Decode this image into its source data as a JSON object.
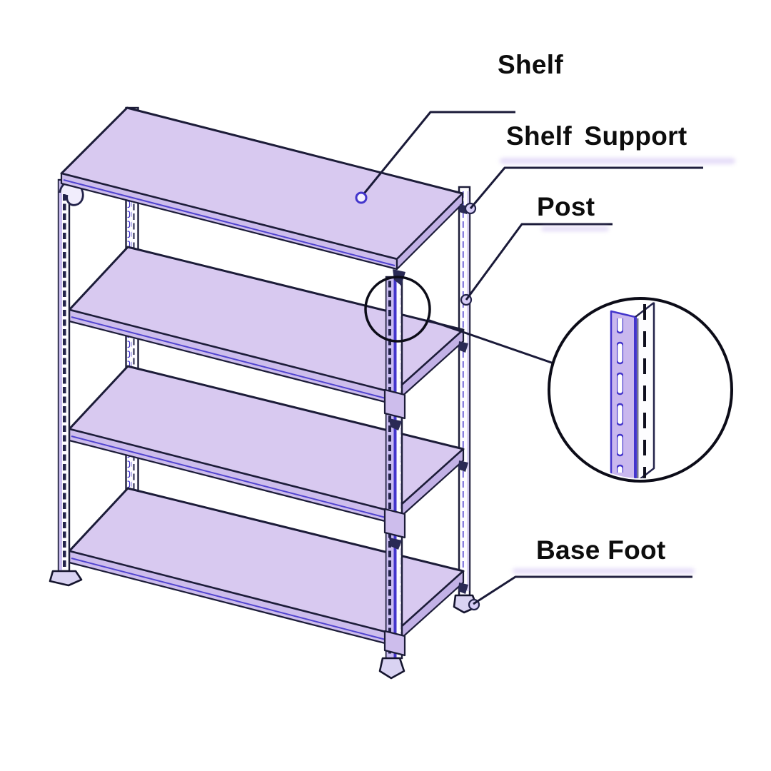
{
  "page": {
    "type": "parts-diagram",
    "background": "#ffffff"
  },
  "diagram": {
    "subject": "shelving-unit",
    "shelf_count": 4,
    "post_count": 4,
    "labels": [
      {
        "id": "shelf",
        "text": "Shelf"
      },
      {
        "id": "shelf_support",
        "text": "Shelf Support"
      },
      {
        "id": "post",
        "text": "Post"
      },
      {
        "id": "base_foot",
        "text": "Base Foot"
      }
    ],
    "detail_view": {
      "name": "post-cross-section-magnified",
      "features": [
        "slotted-angle-left-face",
        "dashed-slot-right-face"
      ]
    }
  },
  "colors": {
    "page_bg": "#ffffff",
    "ink": "#0d0d0d",
    "outline": "#1c1c38",
    "leader": "#1a1a38",
    "ring": "#0c0c18",
    "accent_blue": "#4335cc",
    "shelf_fill": "#d8c9f0",
    "shelf_apron": "#cdbdec",
    "shelf_side": "#c2b1e6",
    "post_light": "#c9bcf0"
  }
}
